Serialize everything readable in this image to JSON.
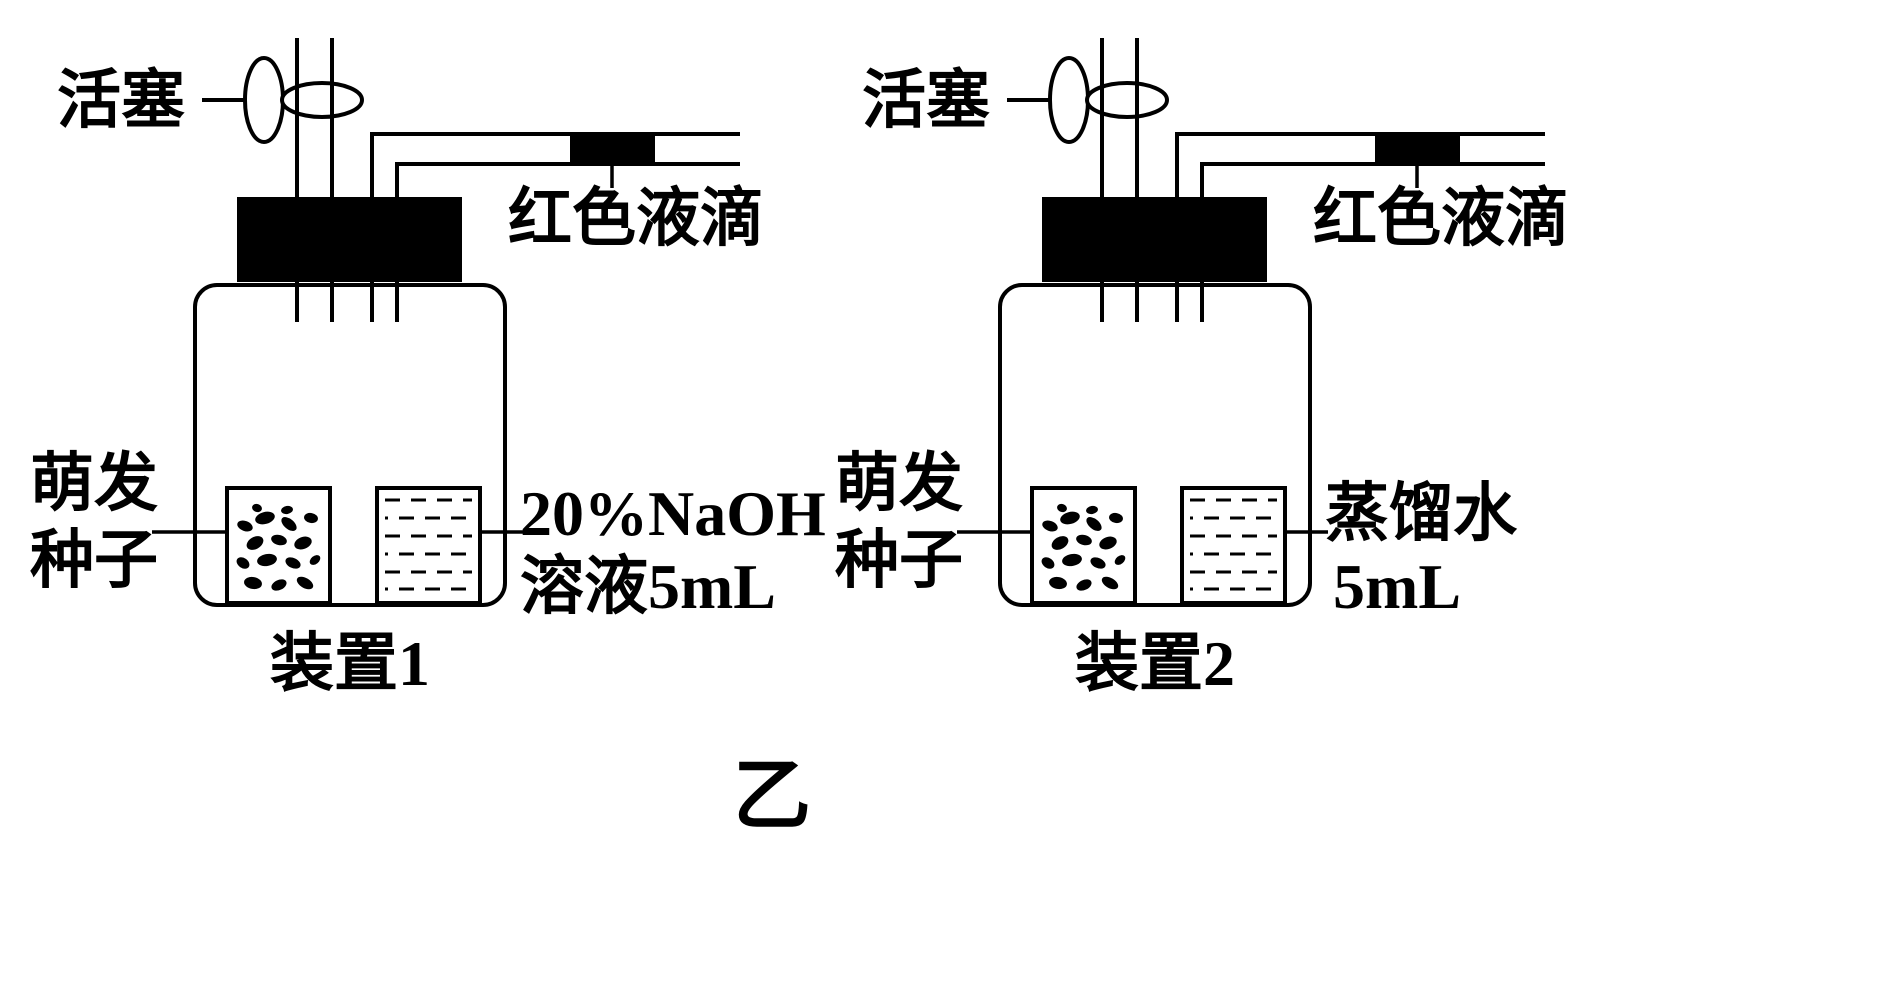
{
  "figure": {
    "caption": "乙",
    "colors": {
      "ink": "#000000",
      "paper": "#ffffff",
      "stopper": "#000000",
      "droplet": "#000000"
    },
    "apparatus": [
      {
        "title": "装置1",
        "piston_label": "活塞",
        "droplet_label": "红色液滴",
        "seeds_label": [
          "萌发",
          "种子"
        ],
        "contents_label": [
          "20%NaOH",
          "溶液5mL"
        ]
      },
      {
        "title": "装置2",
        "piston_label": "活塞",
        "droplet_label": "红色液滴",
        "seeds_label": [
          "萌发",
          "种子"
        ],
        "contents_label": [
          "蒸馏水",
          "5mL"
        ]
      }
    ]
  }
}
